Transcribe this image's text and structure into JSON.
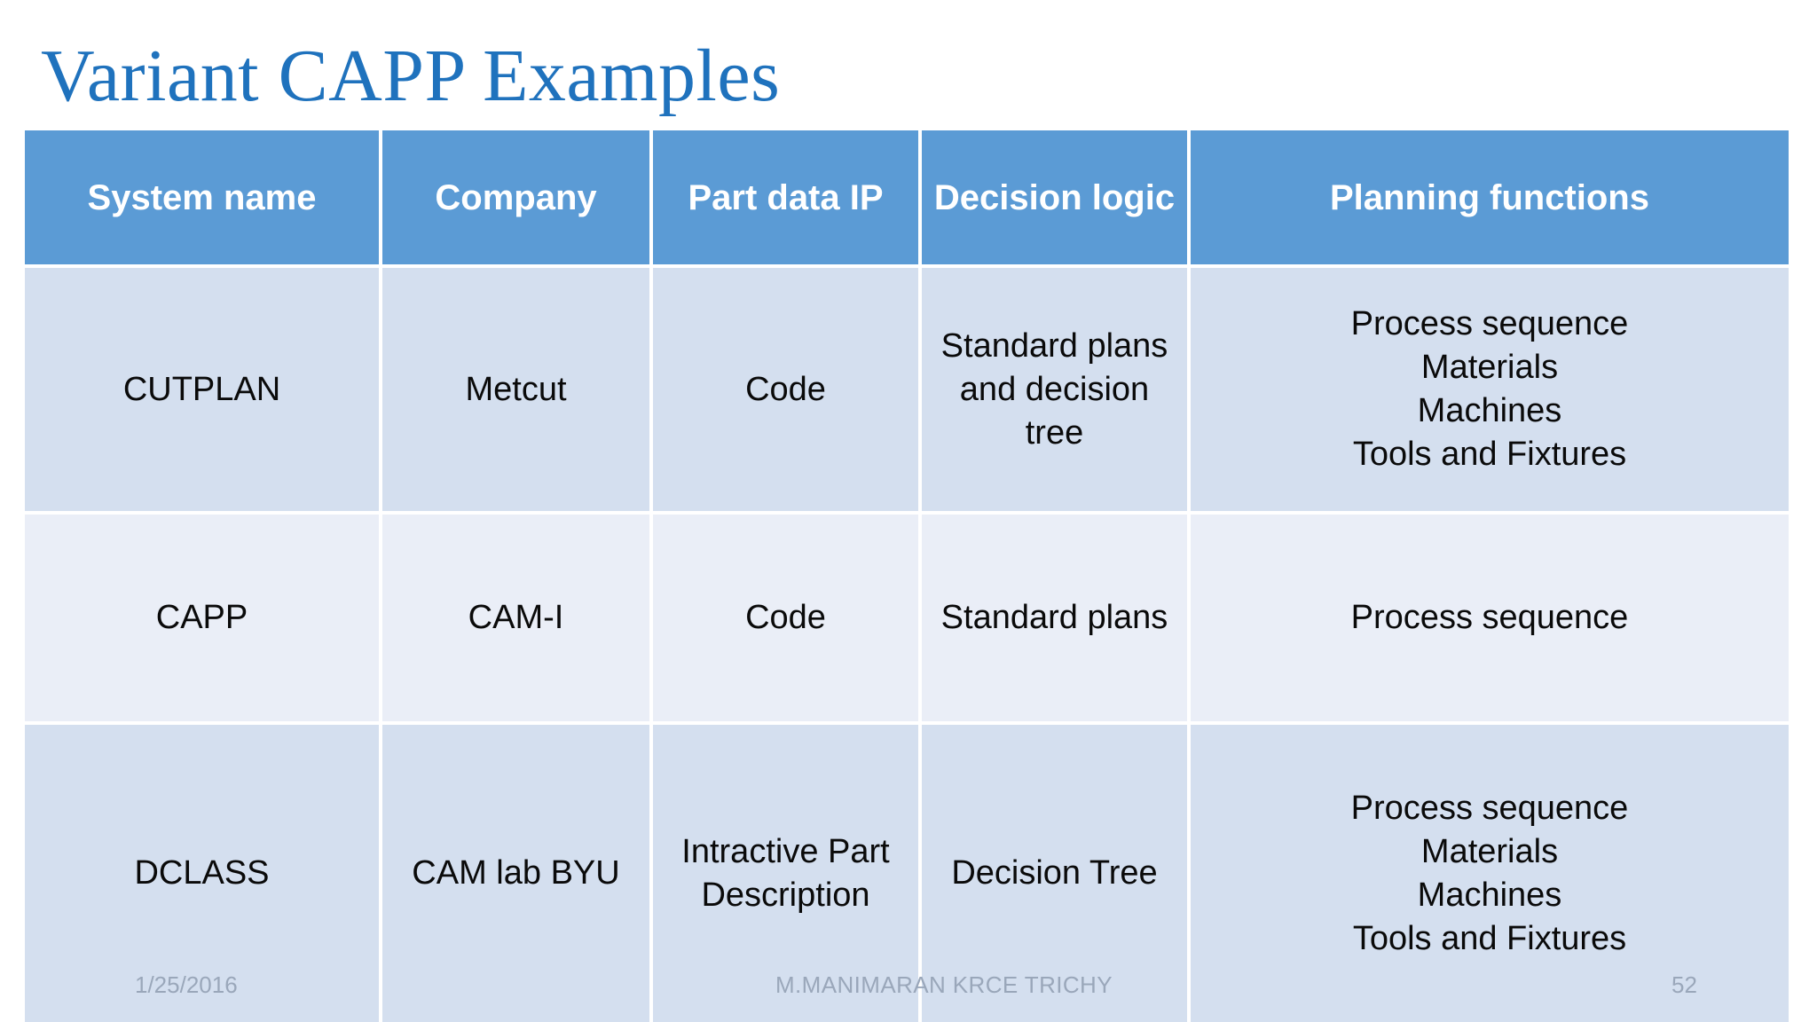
{
  "slide": {
    "title": "Variant CAPP Examples",
    "title_color": "#1f72bd",
    "background_color": "#ffffff"
  },
  "table": {
    "header_bg": "#5b9bd5",
    "header_text_color": "#ffffff",
    "row_odd_bg": "#d4dfef",
    "row_even_bg": "#eaeef7",
    "columns": [
      {
        "label": "System name"
      },
      {
        "label": "Company"
      },
      {
        "label": "Part data IP"
      },
      {
        "label": "Decision logic"
      },
      {
        "label": "Planning functions"
      }
    ],
    "rows": [
      {
        "system_name": "CUTPLAN",
        "company": "Metcut",
        "part_data_ip": "Code",
        "decision_logic": "Standard plans and decision tree",
        "planning_functions": [
          "Process sequence",
          "Materials",
          "Machines",
          "Tools and Fixtures"
        ]
      },
      {
        "system_name": "CAPP",
        "company": "CAM-I",
        "part_data_ip": "Code",
        "decision_logic": "Standard plans",
        "planning_functions": [
          "Process sequence"
        ]
      },
      {
        "system_name": "DCLASS",
        "company": "CAM lab BYU",
        "part_data_ip": "Intractive Part Description",
        "decision_logic": "Decision Tree",
        "planning_functions": [
          "Process sequence",
          "Materials",
          "Machines",
          "Tools and Fixtures"
        ]
      }
    ]
  },
  "footer": {
    "date": "1/25/2016",
    "author": "M.MANIMARAN KRCE TRICHY",
    "page_number": "52",
    "text_color": "#9aa7ba"
  }
}
